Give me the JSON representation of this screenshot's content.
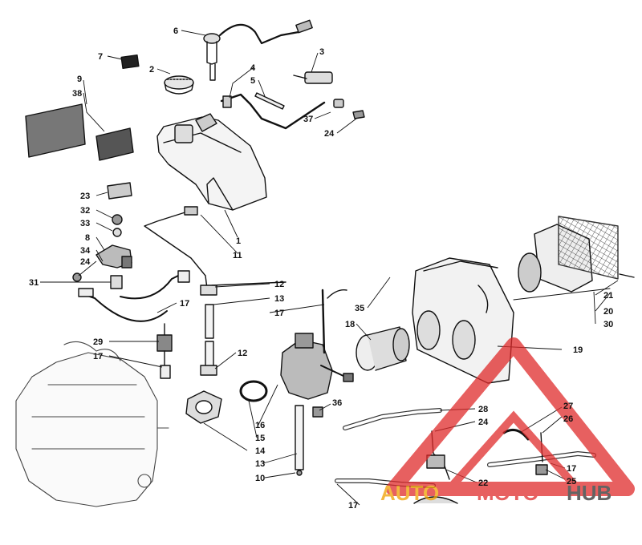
{
  "parts": {
    "p1": "1",
    "p2": "2",
    "p3": "3",
    "p4": "4",
    "p5": "5",
    "p6": "6",
    "p7": "7",
    "p8": "8",
    "p9": "9",
    "p10": "10",
    "p11": "11",
    "p12a": "12",
    "p12b": "12",
    "p13a": "13",
    "p13b": "13",
    "p14": "14",
    "p15": "15",
    "p16": "16",
    "p17a": "17",
    "p17b": "17",
    "p17c": "17",
    "p17d": "17",
    "p17e": "17",
    "p18": "18",
    "p19": "19",
    "p20": "20",
    "p21": "21",
    "p22": "22",
    "p23": "23",
    "p24a": "24",
    "p24b": "24",
    "p24c": "24",
    "p25": "25",
    "p26": "26",
    "p27": "27",
    "p28": "28",
    "p29": "29",
    "p30": "30",
    "p31": "31",
    "p32": "32",
    "p33": "33",
    "p34": "34",
    "p35": "35",
    "p36": "36",
    "p37": "37",
    "p38": "38"
  },
  "watermark": {
    "auto": "AUTO",
    "moto": "MOTO",
    "hub": "HUB",
    "colors": {
      "auto": "#f0a000",
      "moto": "#e02b2b",
      "hub": "#2f2f2f"
    }
  }
}
